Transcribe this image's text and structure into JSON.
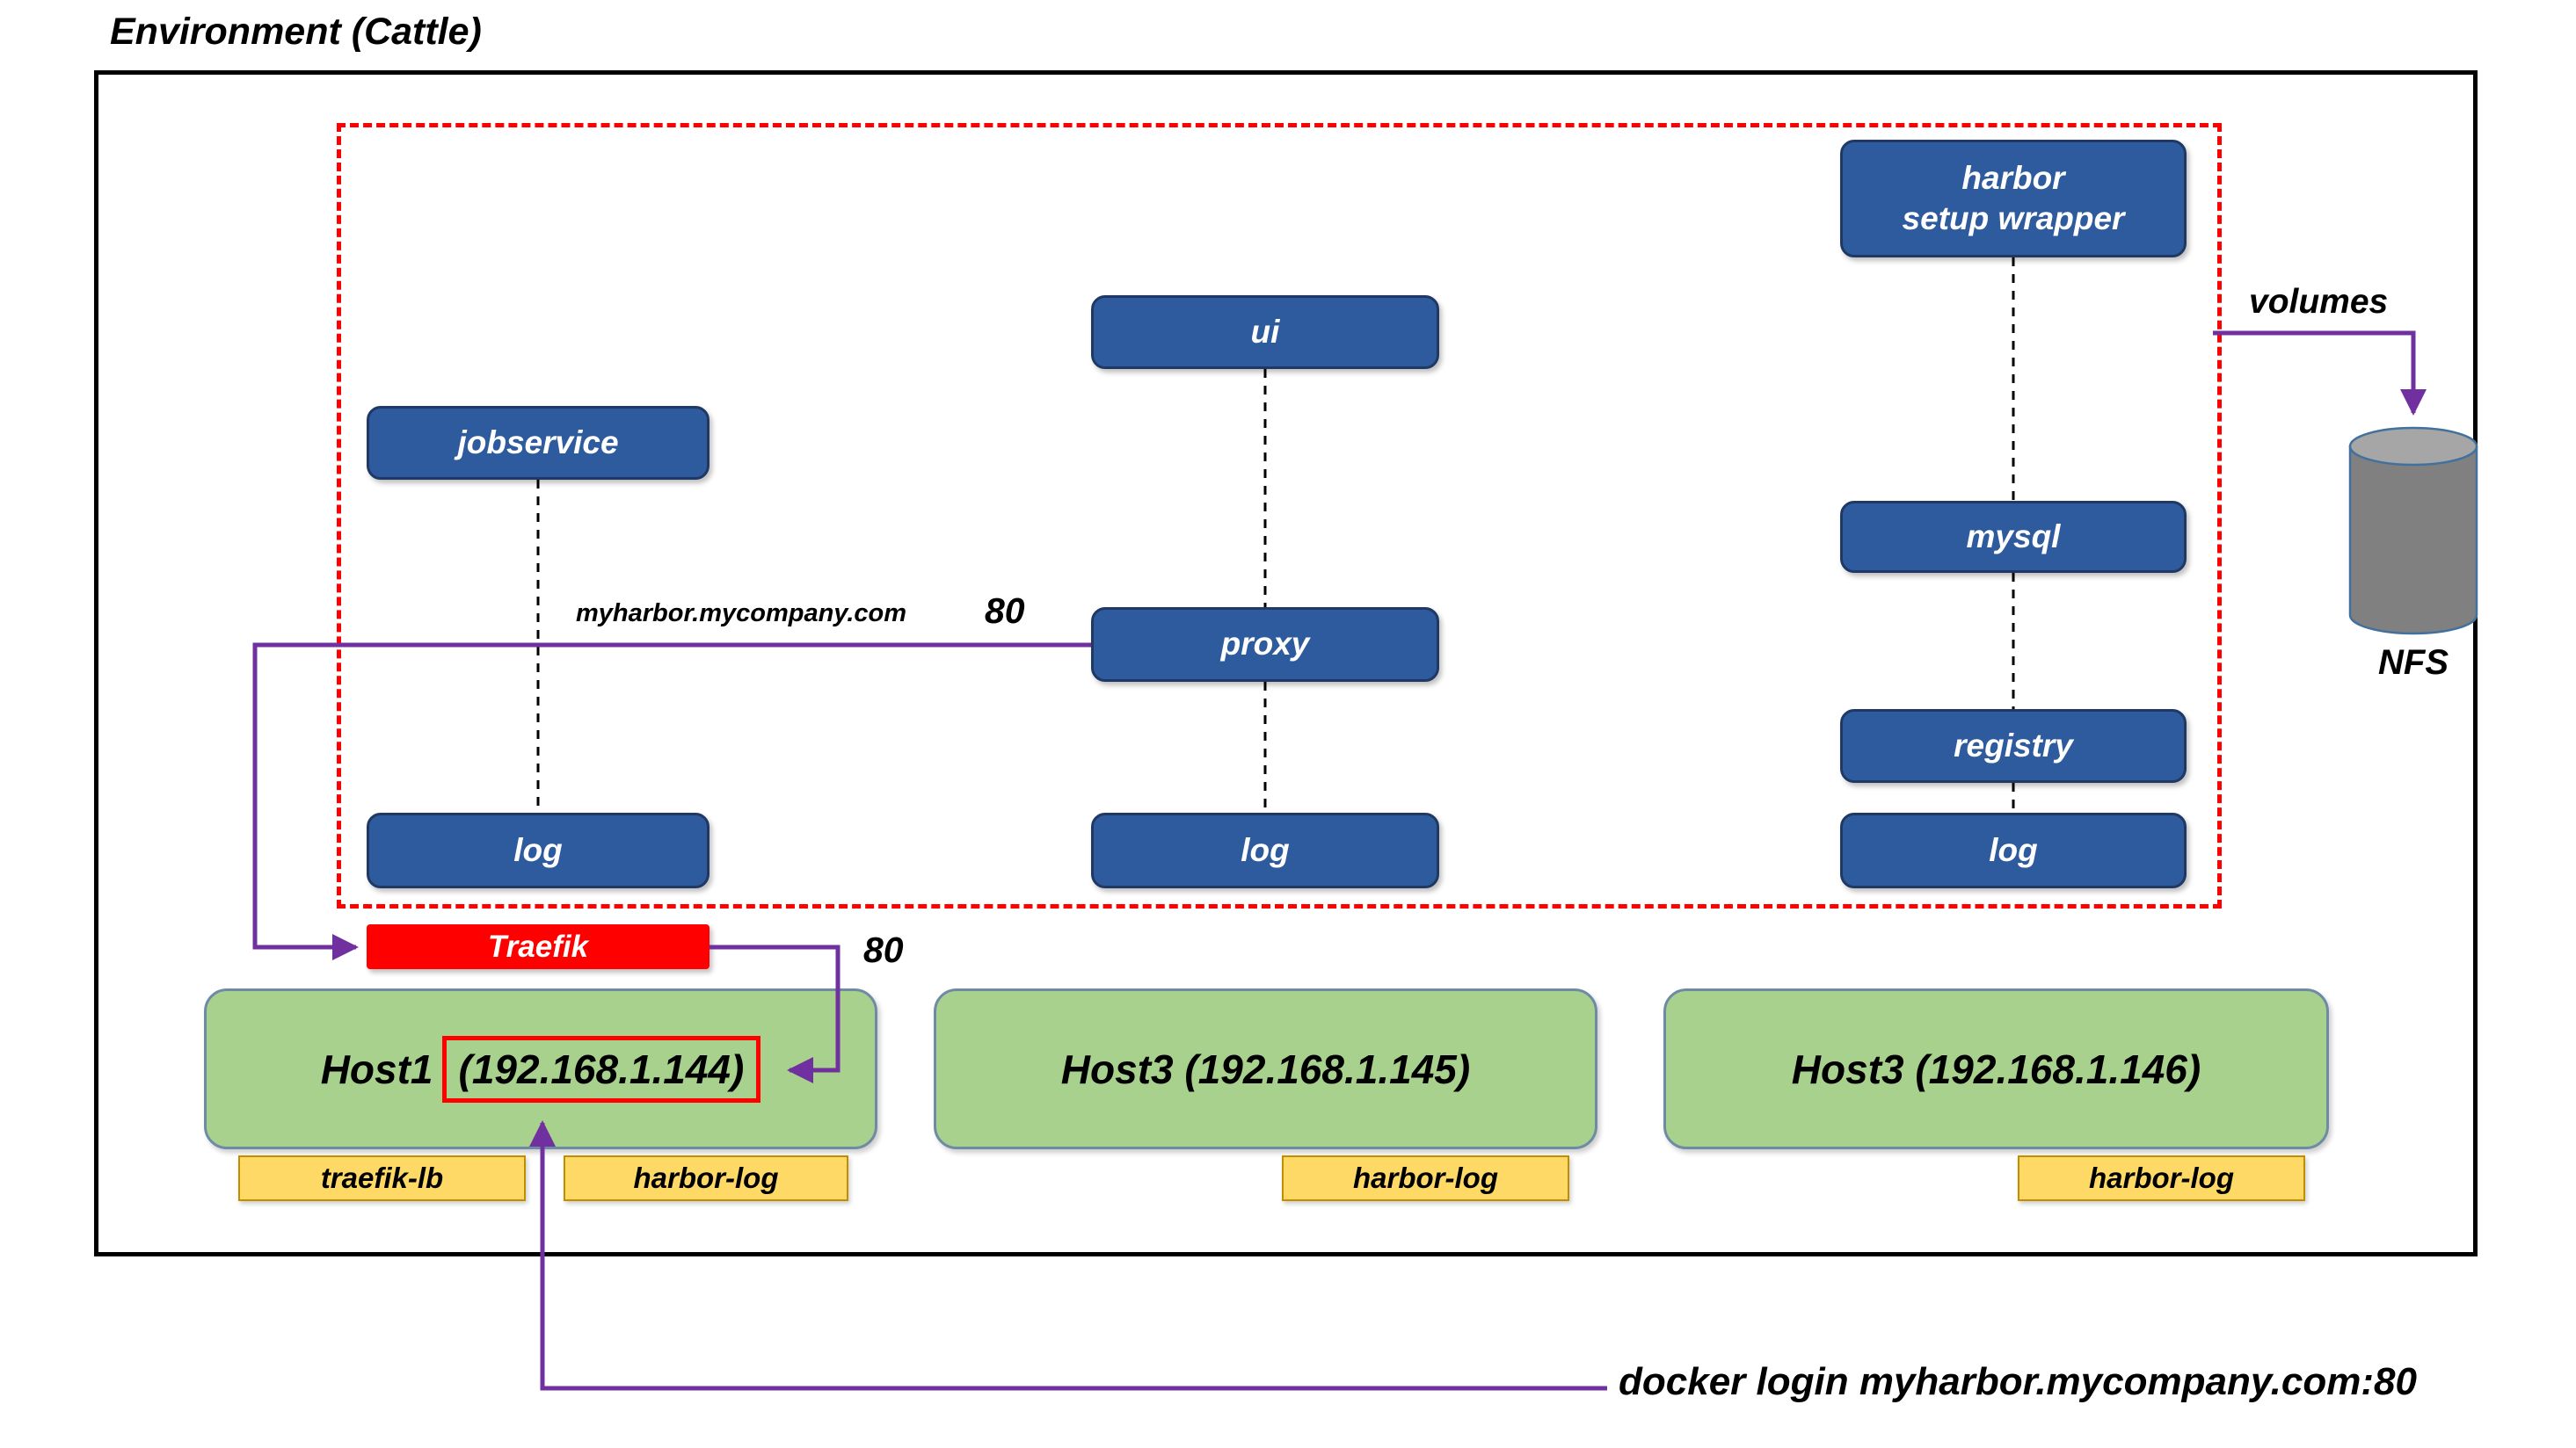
{
  "title": "Environment (Cattle)",
  "services": {
    "jobservice": "jobservice",
    "ui": "ui",
    "proxy": "proxy",
    "mysql": "mysql",
    "registry": "registry",
    "wrapper_line1": "harbor",
    "wrapper_line2": "setup wrapper",
    "log_left": "log",
    "log_middle": "log",
    "log_right": "log"
  },
  "traefik_label": "Traefik",
  "annotations": {
    "domain": "myharbor.mycompany.com",
    "proxy_port": "80",
    "traefik_port": "80",
    "volumes": "volumes",
    "nfs": "NFS",
    "docker_login": "docker login myharbor.mycompany.com:80"
  },
  "hosts": [
    {
      "name": "Host1",
      "ip": "(192.168.1.144)",
      "tags": [
        "traefik-lb",
        "harbor-log"
      ]
    },
    {
      "label": "Host3 (192.168.1.145)",
      "tags": [
        "harbor-log"
      ]
    },
    {
      "label": "Host3 (192.168.1.146)",
      "tags": [
        "harbor-log"
      ]
    }
  ],
  "colors": {
    "service_fill": "#2E5B9E",
    "service_border": "#1F3864",
    "host_fill": "#A9D18E",
    "tag_fill": "#FFD966",
    "tag_border": "#BF8F00",
    "traefik_fill": "#FF0000",
    "boundary_red": "#FF0000",
    "line_purple": "#7030A0",
    "nfs_body": "#808080",
    "nfs_top": "#A6A6A6"
  }
}
